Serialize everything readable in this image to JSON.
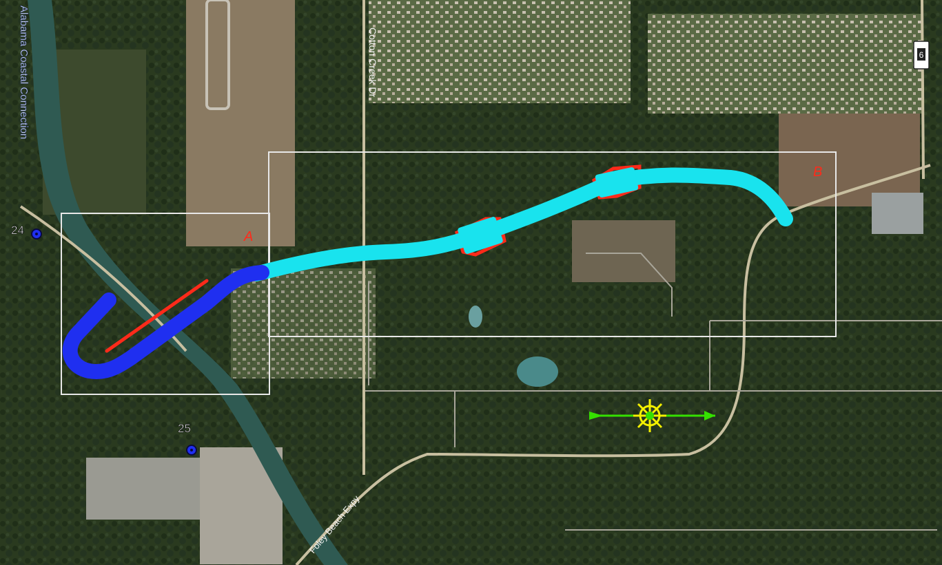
{
  "map": {
    "roads": {
      "canal_road": "Alabama Coastal Connection",
      "cotton_creek": "Cotton Creek Dr",
      "foley_beach": "Foley Beach Expy"
    },
    "markers": {
      "mile_24": "24",
      "mile_25": "25",
      "route_shield": "6"
    },
    "areas": {
      "a": "A",
      "b": "B"
    },
    "colors": {
      "primary_route": "#1f2ff0",
      "alternate_route": "#19e3ee",
      "highlight": "#ff2a1a",
      "frame": "#e8e8e8",
      "compass": "#f4f000",
      "compass_arrow": "#35e000"
    }
  }
}
